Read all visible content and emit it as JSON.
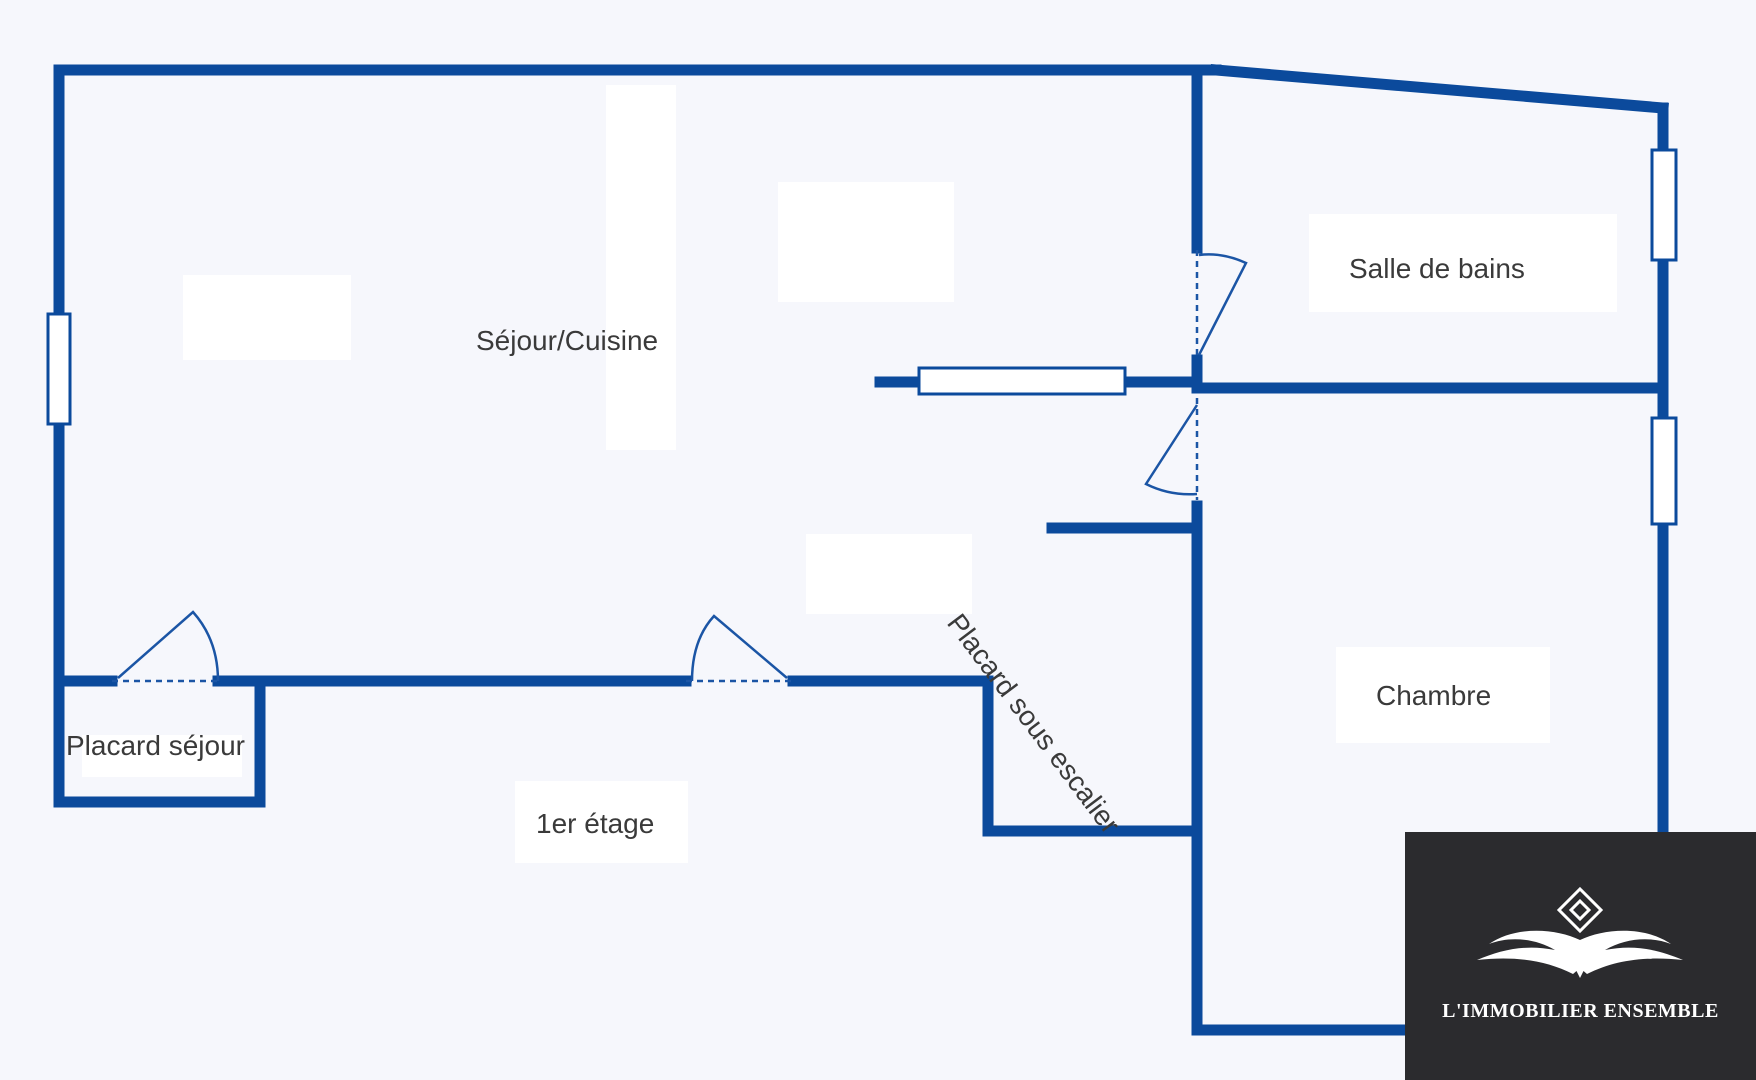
{
  "rooms": {
    "living": "Séjour/Cuisine",
    "bathroom": "Salle de bains",
    "bedroom": "Chambre",
    "closet_living": "Placard séjour",
    "closet_stairs": "Placard sous escalier",
    "floor": "1er étage"
  },
  "brand": {
    "name": "L'IMMOBILIER ENSEMBLE"
  },
  "colors": {
    "wall": "#0b4a9c",
    "window_fill": "#ffffff",
    "background": "#f6f7fc",
    "logo_bg": "#2b2b2e"
  }
}
